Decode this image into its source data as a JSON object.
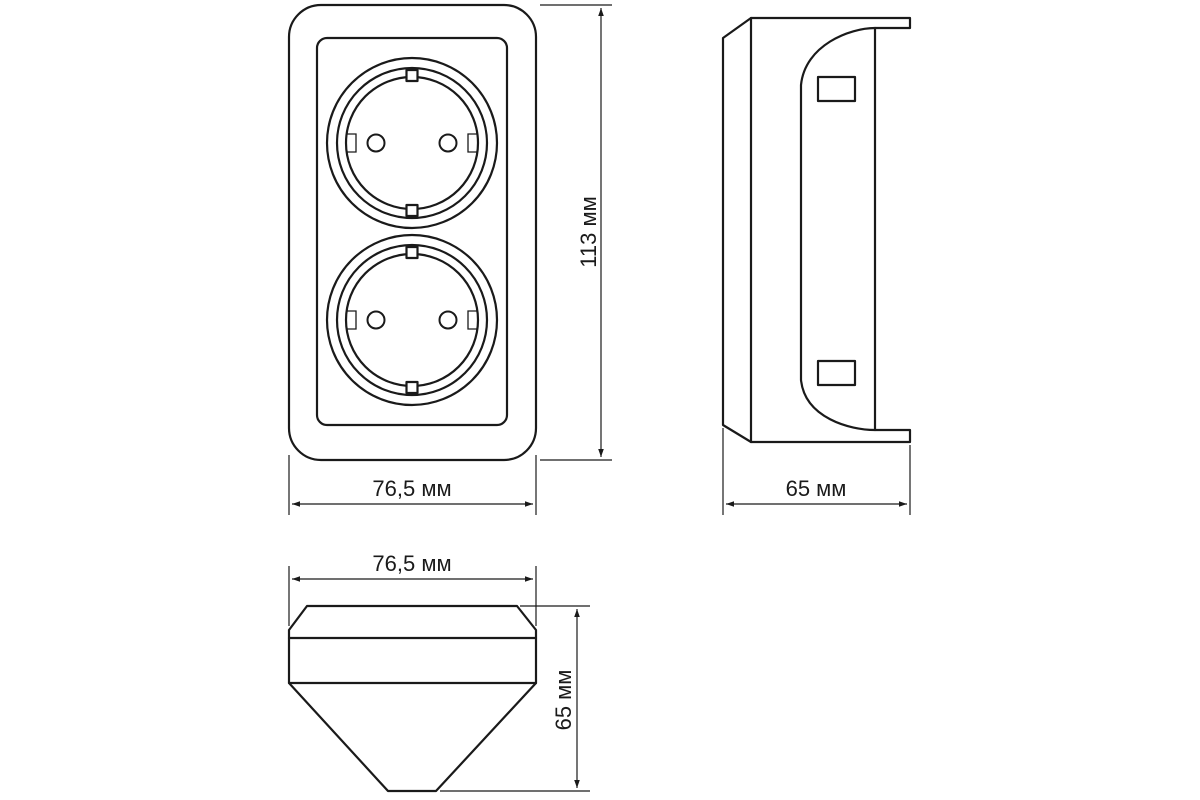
{
  "views": {
    "front": {
      "width_label": "76,5 мм",
      "height_label": "113 мм",
      "sockets": 2
    },
    "side": {
      "depth_label": "65 мм"
    },
    "top": {
      "width_label": "76,5 мм",
      "depth_label": "65 мм"
    }
  }
}
